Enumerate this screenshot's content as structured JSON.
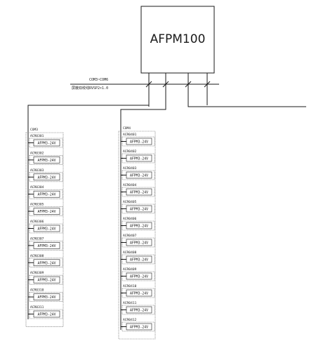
{
  "controller": {
    "label": "AFPM100"
  },
  "bus": {
    "label_top": "COM3~COM6",
    "label_bottom": "屏蔽双绞线RVSP2×1.0"
  },
  "branches": [
    {
      "title": "COM3",
      "nodes": [
        {
          "id": "ACR0301",
          "module": "AFPM3-24V"
        },
        {
          "id": "ACR0302",
          "module": "AFPM3-24V"
        },
        {
          "id": "ACR0303",
          "module": "AFPM3-24V"
        },
        {
          "id": "ACR0304",
          "module": "AFPM3-24V"
        },
        {
          "id": "ACR0305",
          "module": "AFPM3-24V"
        },
        {
          "id": "ACR0306",
          "module": "AFPM3-24V"
        },
        {
          "id": "ACR0307",
          "module": "AFPM3-24V"
        },
        {
          "id": "ACR0308",
          "module": "AFPM3-24V"
        },
        {
          "id": "ACR0309",
          "module": "AFPM3-24V"
        },
        {
          "id": "ACR0310",
          "module": "AFPM3-24V"
        },
        {
          "id": "ACR0311",
          "module": "AFPM3-24V"
        }
      ]
    },
    {
      "title": "COM4",
      "nodes": [
        {
          "id": "ACR0401",
          "module": "AFPM3-24V"
        },
        {
          "id": "ACR0402",
          "module": "AFPM3-24V"
        },
        {
          "id": "ACR0403",
          "module": "AFPM3-24V"
        },
        {
          "id": "ACR0404",
          "module": "AFPM3-24V"
        },
        {
          "id": "ACR0405",
          "module": "AFPM3-24V"
        },
        {
          "id": "ACR0406",
          "module": "AFPM3-24V"
        },
        {
          "id": "ACR0407",
          "module": "AFPM3-24V"
        },
        {
          "id": "ACR0408",
          "module": "AFPM3-24V"
        },
        {
          "id": "ACR0409",
          "module": "AFPM3-24V"
        },
        {
          "id": "ACR0410",
          "module": "AFPM3-24V"
        },
        {
          "id": "ACR0411",
          "module": "AFPM3-24V"
        },
        {
          "id": "ACR0412",
          "module": "AFPM3-24V"
        }
      ]
    }
  ]
}
